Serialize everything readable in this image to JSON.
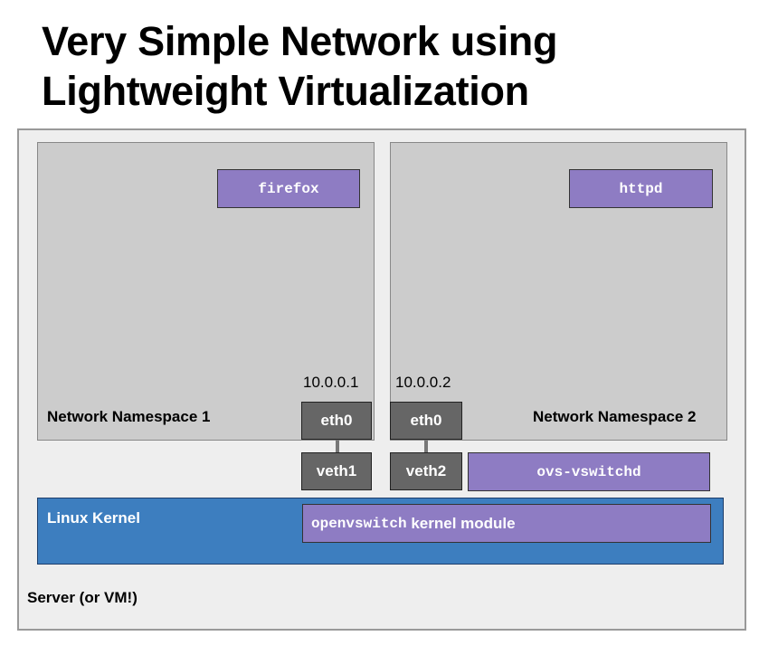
{
  "title": {
    "line1": "Very Simple Network using",
    "line2": "Lightweight Virtualization"
  },
  "server": {
    "label": "Server (or VM!)"
  },
  "namespaces": [
    {
      "label": "Network Namespace 1",
      "process": "firefox",
      "interface": "eth0",
      "ip": "10.0.0.1",
      "veth": "veth1"
    },
    {
      "label": "Network Namespace 2",
      "process": "httpd",
      "interface": "eth0",
      "ip": "10.0.0.2",
      "veth": "veth2"
    }
  ],
  "userspace": {
    "switch_daemon": "ovs-vswitchd"
  },
  "kernel": {
    "label": "Linux Kernel",
    "module_name": "openvswitch",
    "module_suffix": " kernel module"
  },
  "colors": {
    "process_fill": "#8e7cc3",
    "interface_fill": "#666666",
    "kernel_fill": "#3d7ebf",
    "namespace_fill": "#cccccc",
    "server_fill": "#eeeeee"
  }
}
